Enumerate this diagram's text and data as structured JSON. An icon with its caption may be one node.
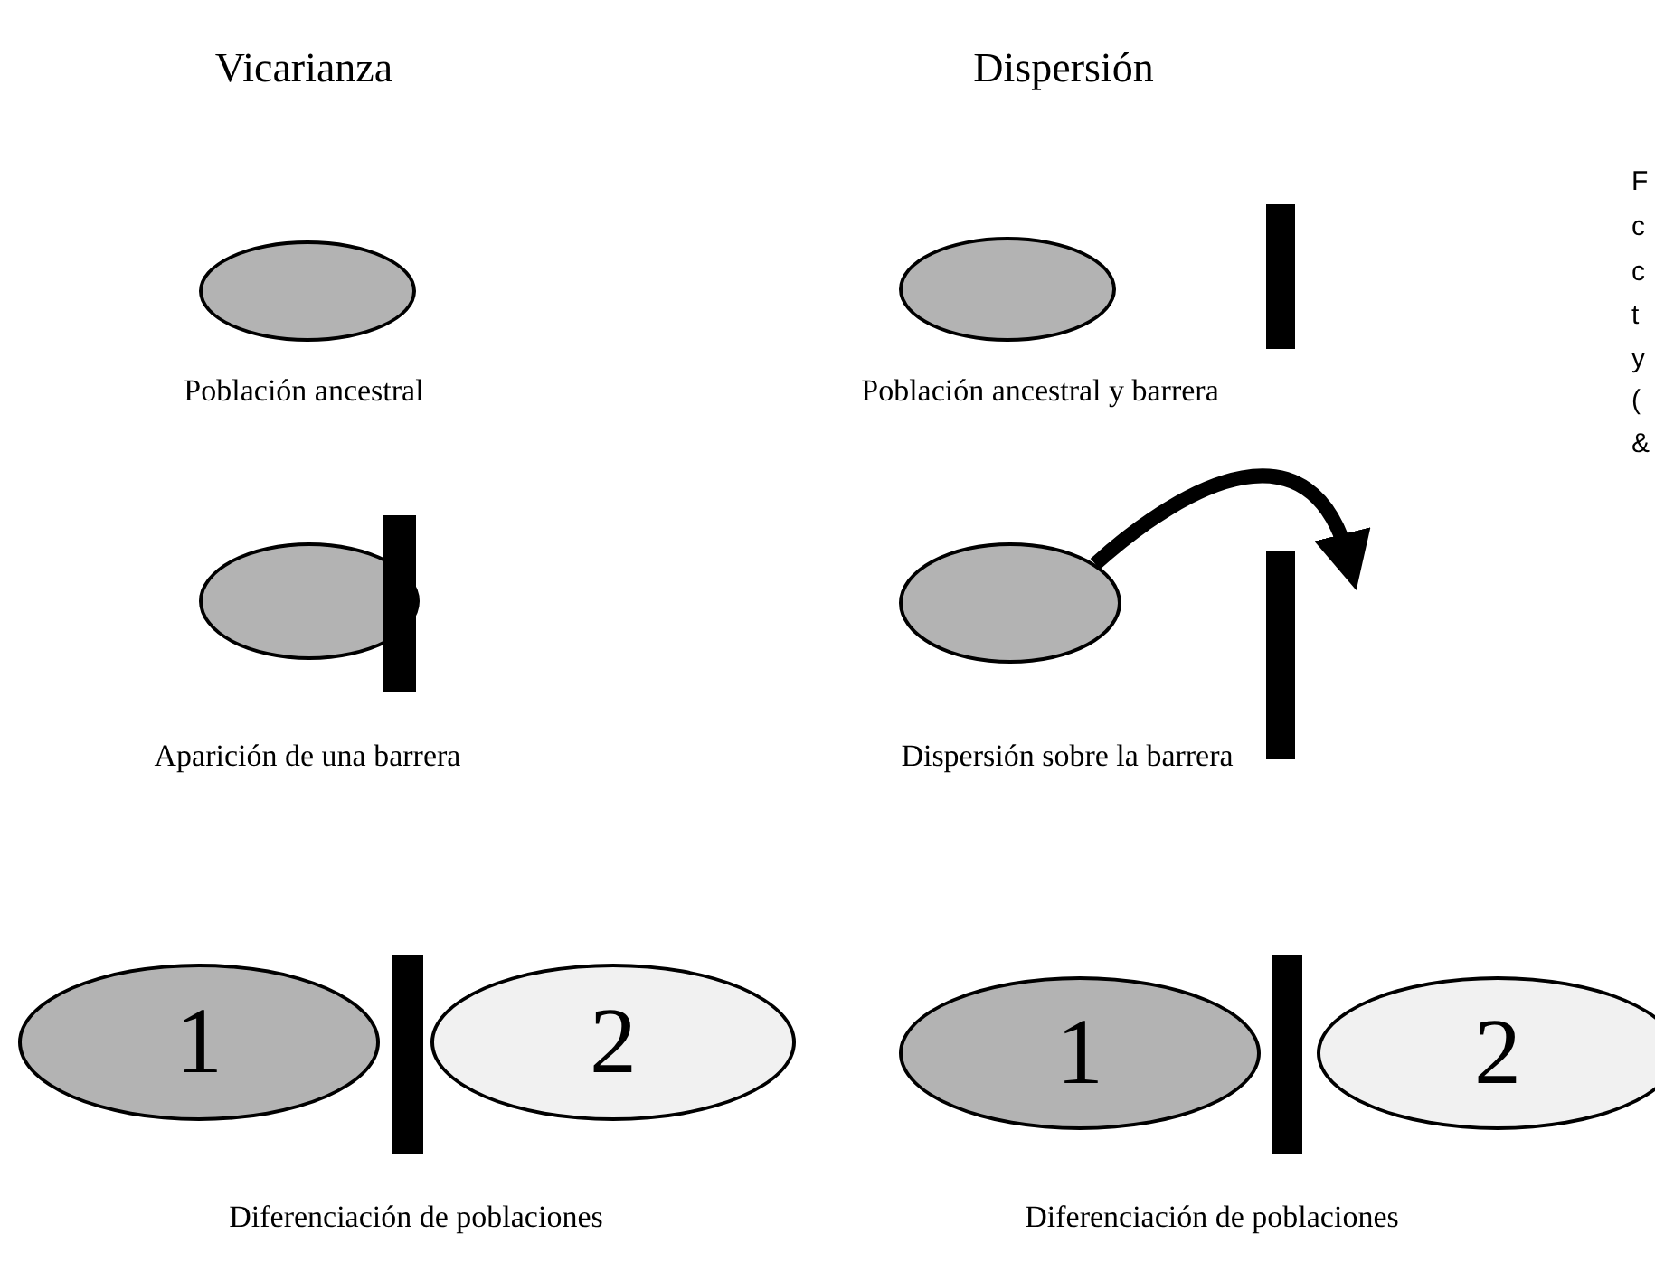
{
  "diagram": {
    "nodes": [
      {
        "text": [],
        "shape": "ellipse"
      },
      {
        "text": [],
        "shape": "ellipse"
      },
      {
        "text": [],
        "shape": "bar"
      },
      {
        "text": [],
        "shape": "ellipse"
      },
      {
        "text": [],
        "shape": "bar"
      },
      {
        "text": [],
        "shape": "ellipse"
      },
      {
        "text": [],
        "shape": "bar"
      },
      {
        "text": [
          "1"
        ]
      },
      {
        "text": [],
        "shape": "bar"
      },
      {
        "text": [
          "2"
        ]
      },
      {
        "text": [
          "1"
        ]
      },
      {
        "text": [],
        "shape": "bar"
      },
      {
        "text": [
          "2"
        ]
      }
    ],
    "edges": [
      {
        "from": 5,
        "to": 6,
        "arrow": "to"
      }
    ],
    "labels": [
      "Vicarianza",
      "Dispersión",
      "F",
      "c",
      "c",
      "Población ancestral",
      "Población ancestral y barrera",
      "t",
      "y",
      "(",
      "&",
      "Aparición de una barrera",
      "Dispersión sobre la barrera",
      "Diferenciación de poblaciones",
      "Diferenciación de poblaciones"
    ]
  }
}
